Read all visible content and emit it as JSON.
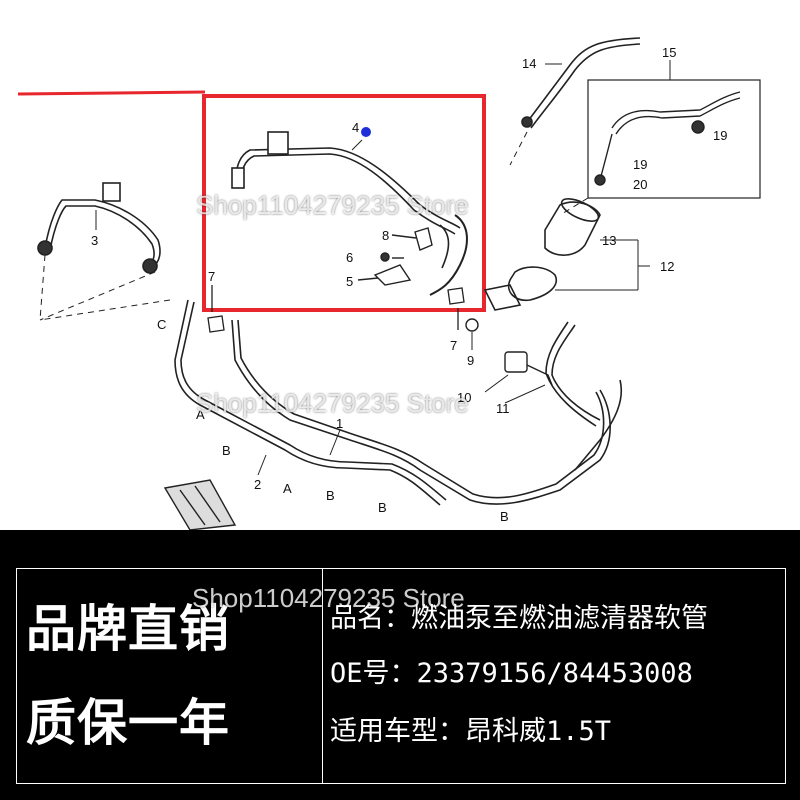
{
  "callouts": {
    "n1": "1",
    "n2": "2",
    "n3": "3",
    "n4": "4",
    "n5": "5",
    "n6": "6",
    "n7a": "7",
    "n7b": "7",
    "n8": "8",
    "n9": "9",
    "n10": "10",
    "n11": "11",
    "n12": "12",
    "n13": "13",
    "n14": "14",
    "n15": "15",
    "n19a": "19",
    "n19b": "19",
    "n20": "20"
  },
  "letters": {
    "c": "C",
    "a1": "A",
    "a2": "A",
    "b1": "B",
    "b2": "B",
    "b3": "B",
    "b4": "B"
  },
  "watermark": "Shop1104279235 Store",
  "panel": {
    "slogan_line1": "品牌直销",
    "slogan_line2": "质保一年",
    "product_name": "品名：燃油泵至燃油滤清器软管",
    "oe_number": "OE号：23379156/84453008",
    "vehicle": "适用车型：昂科威1.5T"
  },
  "colors": {
    "highlight_box": "#e8262d",
    "marker_dot": "#1e2fd8",
    "panel_bg": "#000000",
    "panel_text": "#ffffff"
  }
}
